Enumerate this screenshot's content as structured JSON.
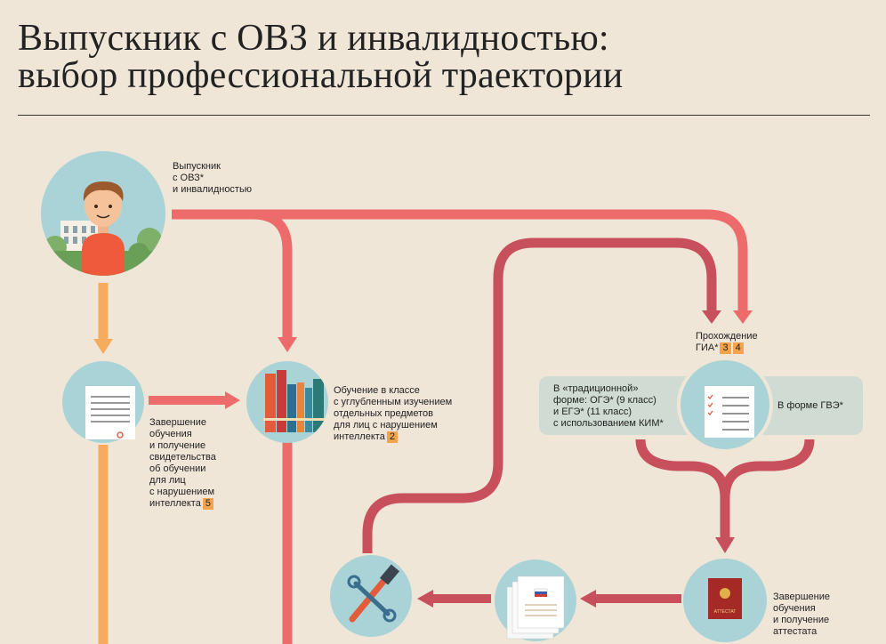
{
  "title": {
    "line1": "Выпускник с ОВЗ и инвалидностью:",
    "line2": "выбор профессиональной траектории"
  },
  "nodes": {
    "graduate": {
      "text": "Выпускник\nс ОВЗ* \nи инвалидностью"
    },
    "certificate": {
      "text": "Завершение\nобучения\nи получение\nсвидетельства\nоб обучении\nдля лиц\nс нарушением\nинтеллекта",
      "badge": "5"
    },
    "class": {
      "text": "Обучение в классе\nс углубленным изучением\nотдельных предметов\nдля лиц с нарушением\nинтеллекта",
      "badge": "2"
    },
    "gia": {
      "text": "Прохождение\nГИА*",
      "badges": [
        "3",
        "4"
      ]
    },
    "traditional": {
      "text": "В «традиционной»\nформе: ОГЭ* (9 класс)\nи ЕГЭ* (11 класс)\nс использованием КИМ*"
    },
    "gve": {
      "text": "В форме ГВЭ*"
    },
    "attestat": {
      "text": "Завершение\nобучения\nи получение\nаттестата",
      "doc_label": "АТТЕСТАТ"
    }
  },
  "colors": {
    "background": "#efe6d8",
    "circle": "#a9d3d6",
    "arrow_coral": "#ee6b6b",
    "arrow_dark": "#c8505c",
    "arrow_orange": "#f7ab5c",
    "badge": "#f6a34e",
    "pill": "#d0dcd3"
  },
  "icons": [
    "graduate-avatar-icon",
    "certificate-document-icon",
    "books-icon",
    "checklist-icon",
    "attestat-book-icon",
    "documents-stack-icon",
    "tools-icon"
  ]
}
